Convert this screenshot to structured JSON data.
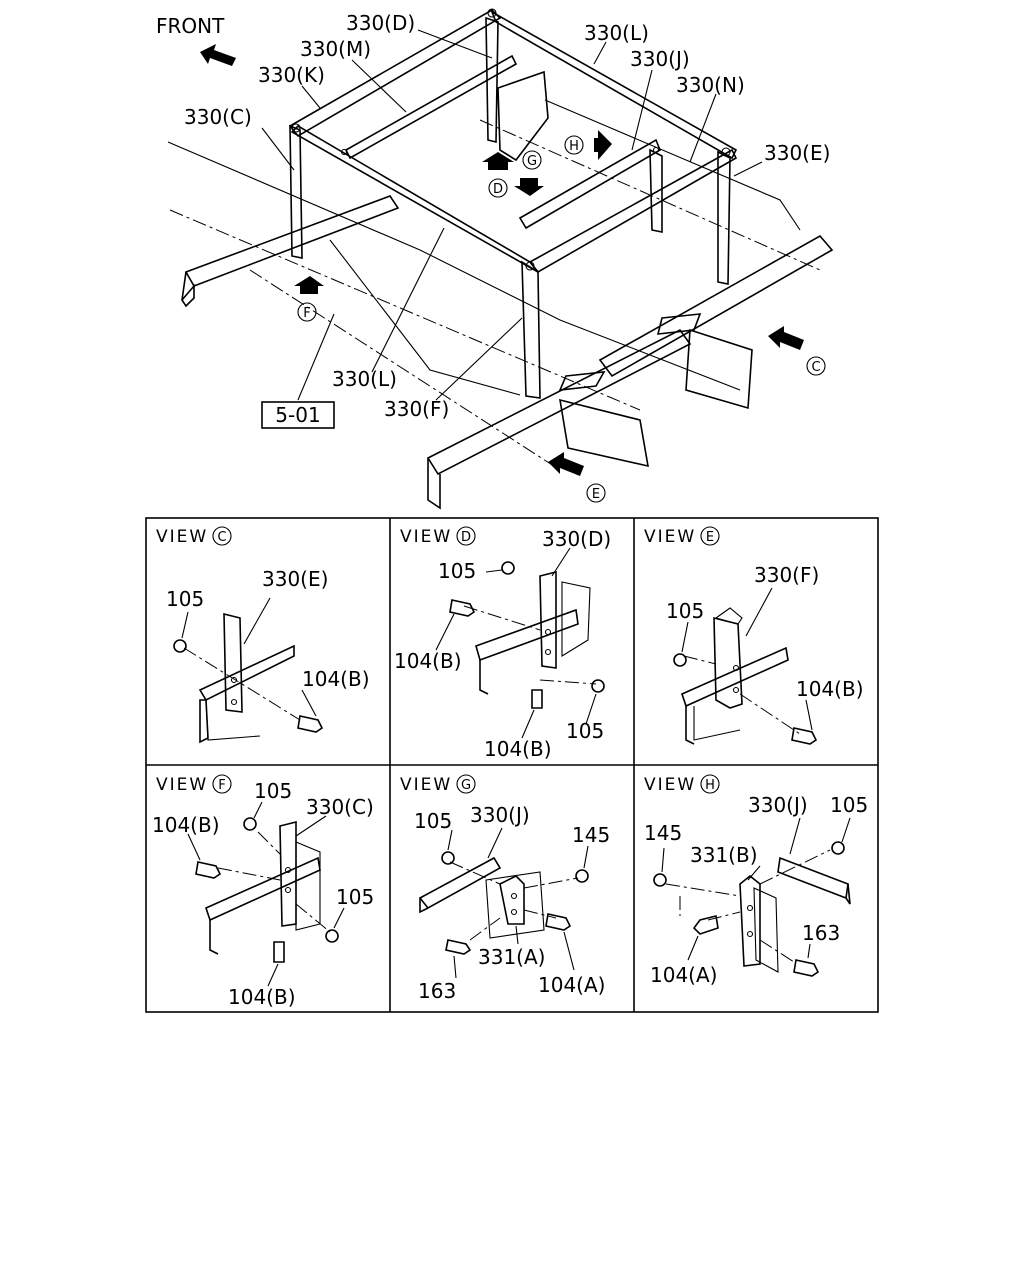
{
  "main_view": {
    "front_label": "FRONT",
    "ref_box": "5-01",
    "callouts": [
      "330(D)",
      "330(M)",
      "330(K)",
      "330(C)",
      "330(L)",
      "330(J)",
      "330(N)",
      "330(E)",
      "330(L)",
      "330(F)"
    ],
    "view_markers": [
      "H",
      "G",
      "D",
      "F",
      "C",
      "E"
    ]
  },
  "panels": [
    {
      "prefix": "VIEW",
      "letter": "C",
      "labels": [
        "330(E)",
        "105",
        "104(B)"
      ]
    },
    {
      "prefix": "VIEW",
      "letter": "D",
      "labels": [
        "330(D)",
        "105",
        "104(B)",
        "104(B)",
        "105"
      ]
    },
    {
      "prefix": "VIEW",
      "letter": "E",
      "labels": [
        "330(F)",
        "105",
        "104(B)"
      ]
    },
    {
      "prefix": "VIEW",
      "letter": "F",
      "labels": [
        "105",
        "330(C)",
        "104(B)",
        "105",
        "104(B)"
      ]
    },
    {
      "prefix": "VIEW",
      "letter": "G",
      "labels": [
        "105",
        "330(J)",
        "145",
        "331(A)",
        "163",
        "104(A)"
      ]
    },
    {
      "prefix": "VIEW",
      "letter": "H",
      "labels": [
        "330(J)",
        "105",
        "145",
        "331(B)",
        "163",
        "104(A)"
      ]
    }
  ]
}
